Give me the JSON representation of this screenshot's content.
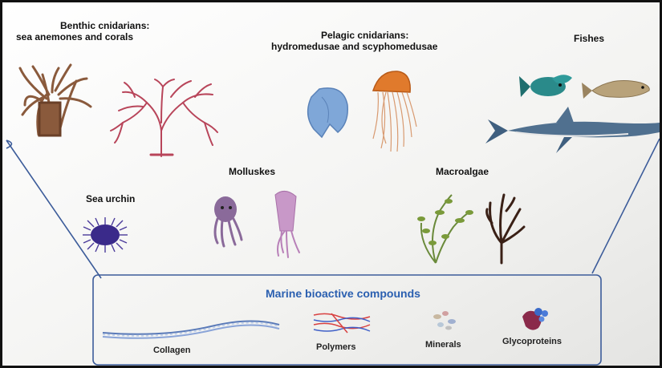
{
  "groups": {
    "benthic": {
      "line1": "Benthic cnidarians:",
      "line2": "sea anemones and corals"
    },
    "pelagic": {
      "line1": "Pelagic cnidarians:",
      "line2": "hydromedusae and scyphomedusae"
    },
    "fishes": "Fishes",
    "molluskes": "Molluskes",
    "sea_urchin": "Sea urchin",
    "macroalgae": "Macroalgae"
  },
  "compounds": {
    "title": "Marine bioactive compounds",
    "items": [
      "Collagen",
      "Polymers",
      "Minerals",
      "Glycoproteins"
    ]
  },
  "colors": {
    "funnel_line": "#3c5c9a",
    "title_blue": "#2a5fb0",
    "anemone": "#8a5a3c",
    "coral": "#b8455a",
    "hydromedusa": "#7fa7d8",
    "scyphomedusa": "#e07a2c",
    "fish_teal": "#2a8a8a",
    "shark": "#50708f",
    "urchin": "#3a2a8a",
    "mollusk": "#8a6a9a",
    "algae_green": "#6a8a3a",
    "algae_brown": "#3a2016"
  }
}
